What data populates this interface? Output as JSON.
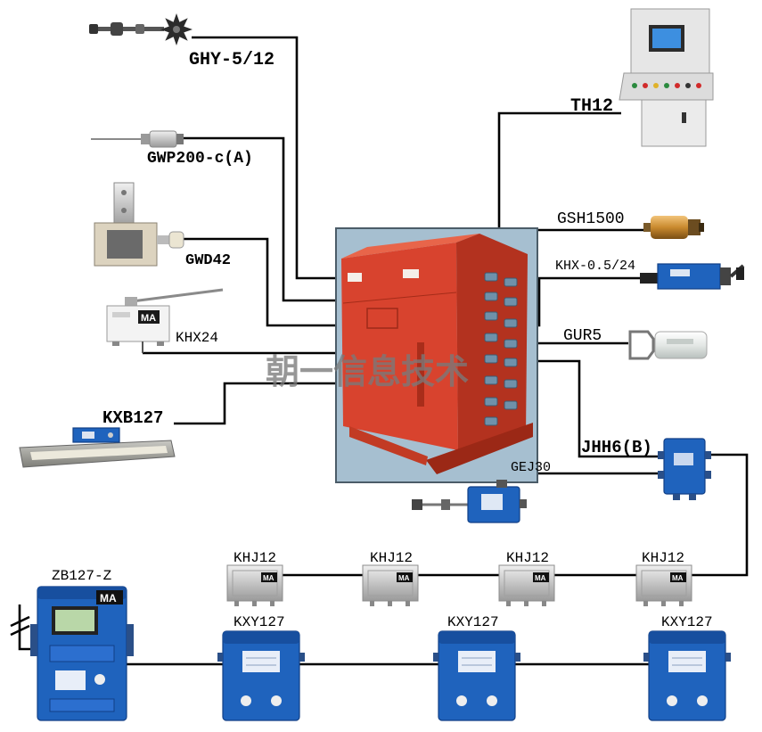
{
  "diagram": {
    "watermark": "朝一信息技术",
    "badge_mark": "MA",
    "labels": {
      "ghy": "GHY-5/12",
      "gwp": "GWP200-c(A)",
      "gwd": "GWD42",
      "khx24": "KHX24",
      "kxb": "KXB127",
      "th12": "TH12",
      "gsh": "GSH1500",
      "khx05": "KHX-0.5/24",
      "gur": "GUR5",
      "jhh": "JHH6(B)",
      "gej": "GEJ30",
      "khj": [
        "KHJ12",
        "KHJ12",
        "KHJ12",
        "KHJ12"
      ],
      "kxy": [
        "KXY127",
        "KXY127",
        "KXY127"
      ],
      "zb": "ZB127-Z"
    }
  },
  "colors": {
    "line": "#000000",
    "device-blue": "#1f63bd",
    "cabinet-red": "#d8432e",
    "cabinet-side": "#b3321f",
    "panel-bg": "#a6bfd0",
    "watermark": "#7a7a7a"
  }
}
